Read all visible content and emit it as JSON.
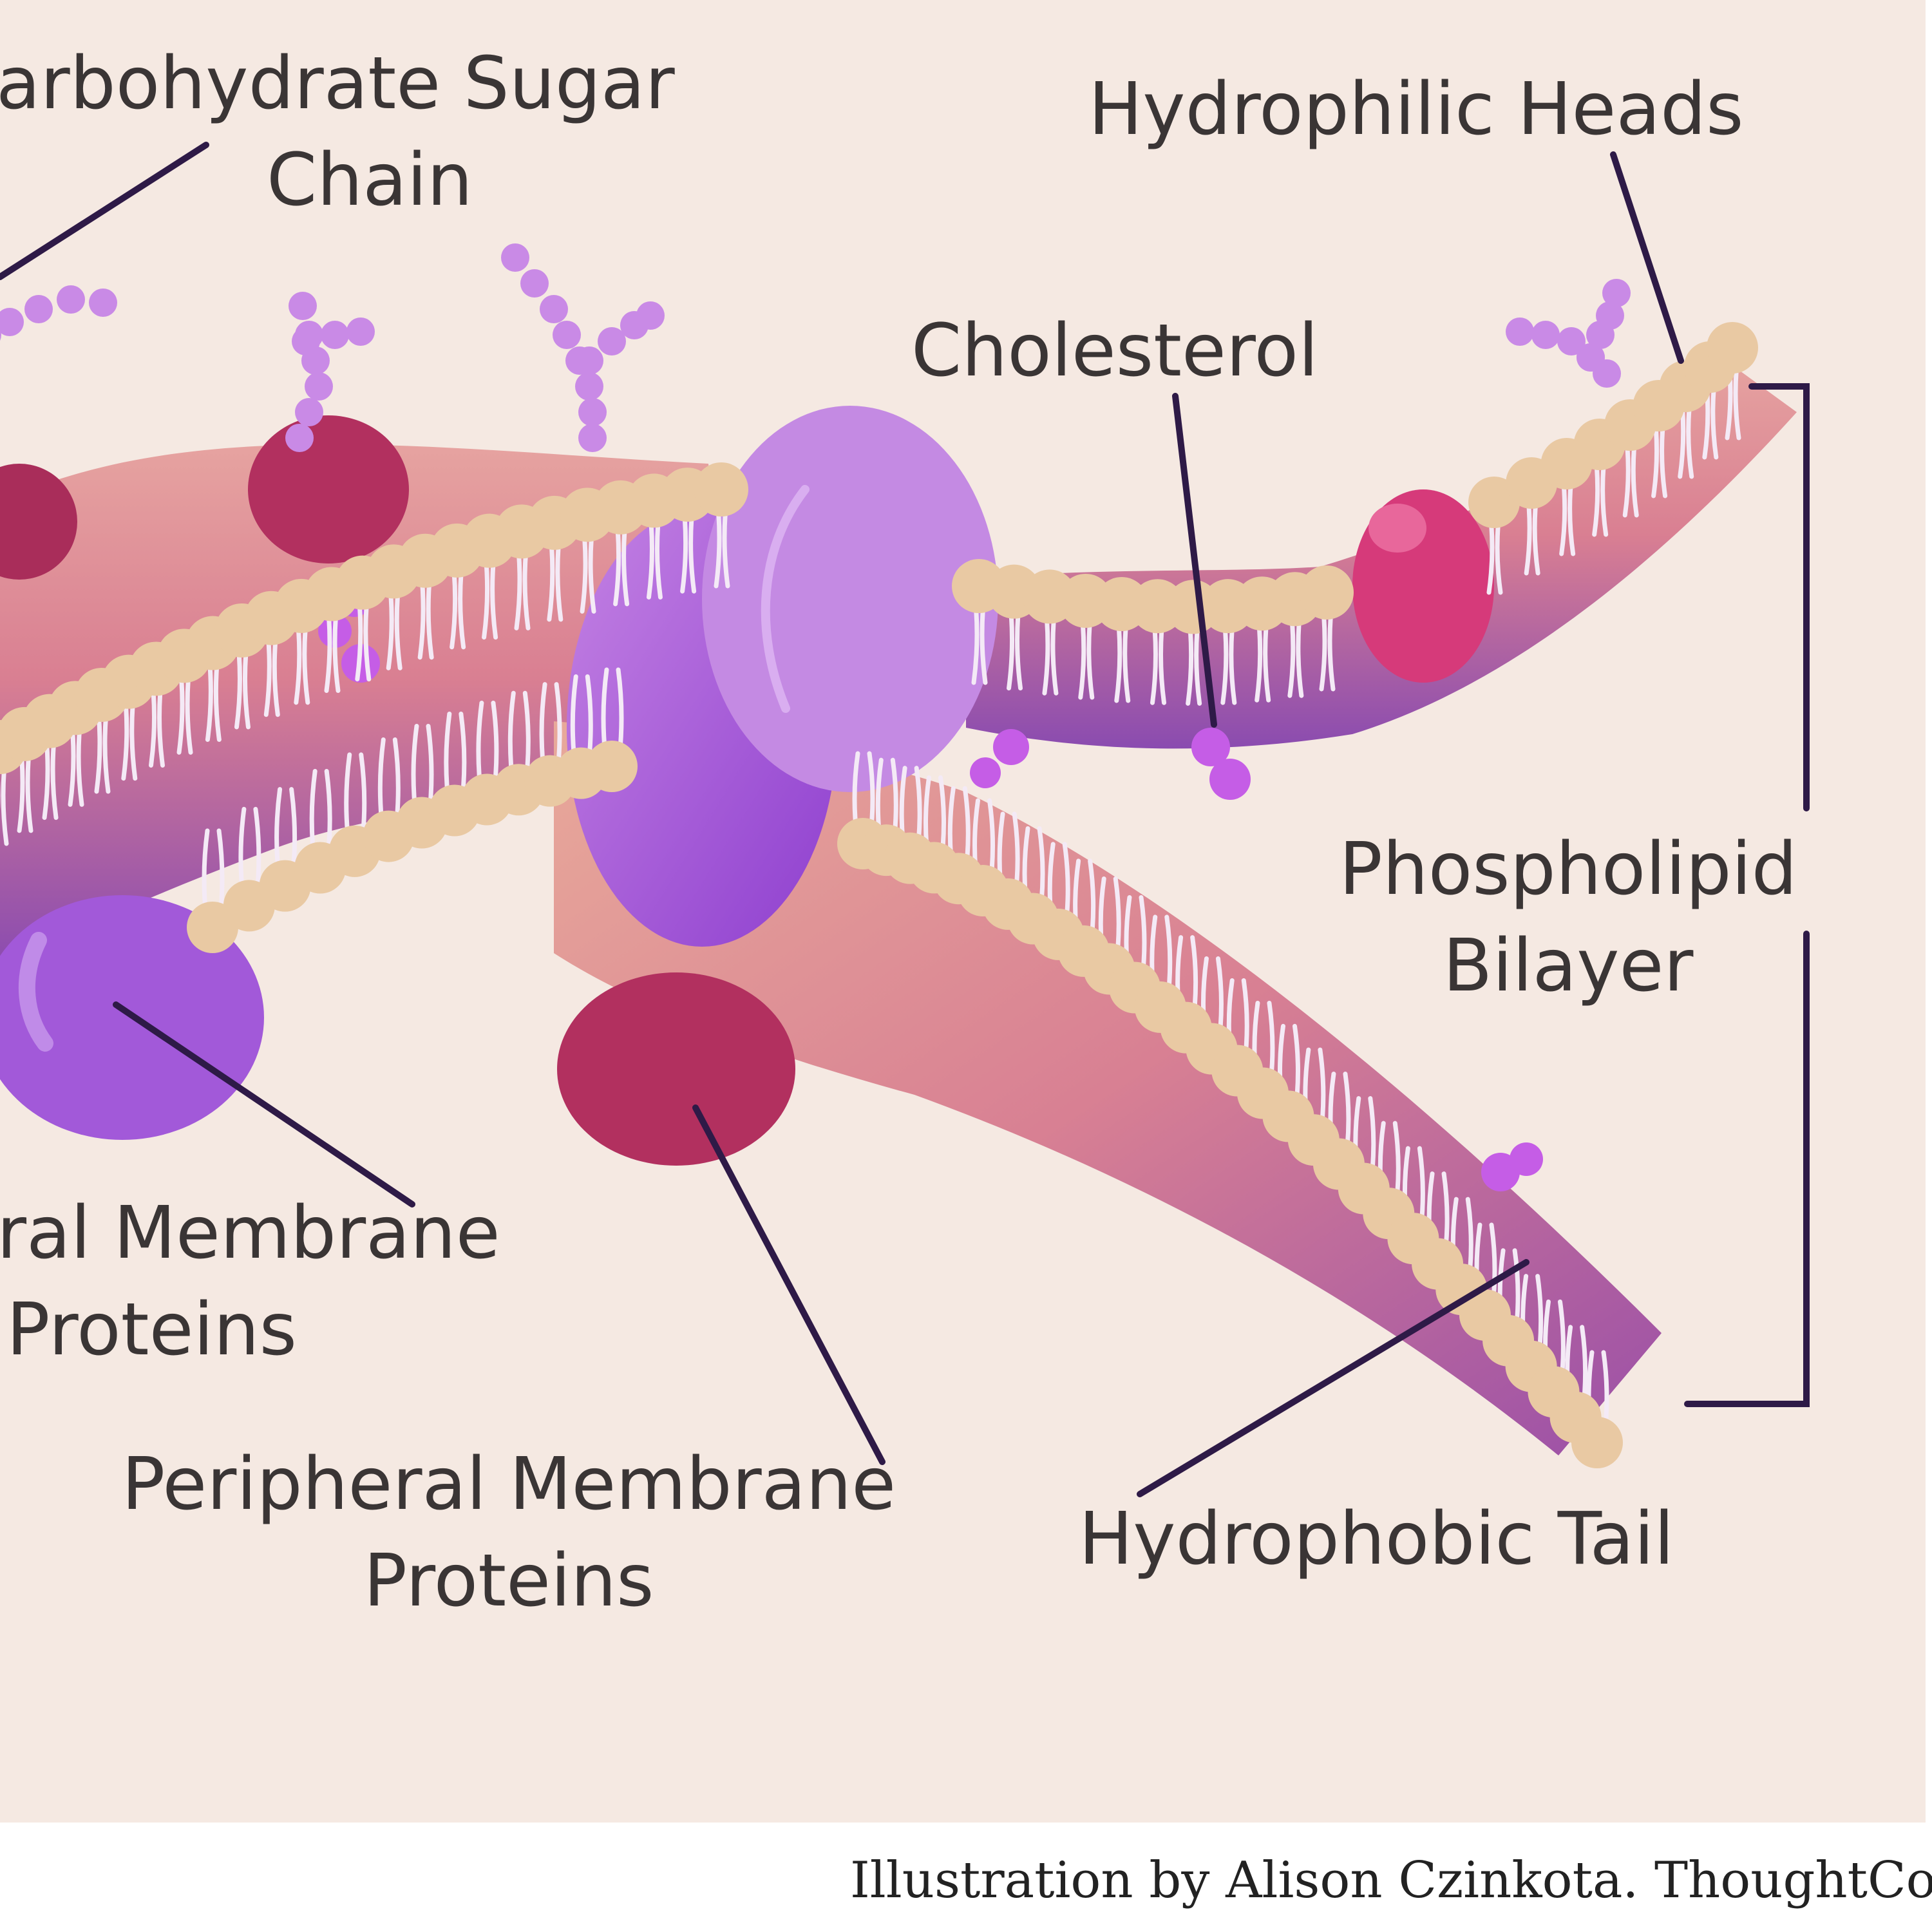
{
  "colors": {
    "background": "#f5e9e2",
    "leader_line": "#2e1a47",
    "head": "#e9c9a3",
    "tail": "#f4eaf6",
    "membrane_pink": "#d97f92",
    "membrane_purple": "#8a4bb0",
    "integral_protein": "#a259d9",
    "peripheral_protein": "#b2305f",
    "pink_protein": "#d63a7a",
    "sugar": "#c98ae6",
    "cholesterol": "#c55de6"
  },
  "labels": {
    "carbohydrate": [
      "arbohydrate Sugar",
      "Chain"
    ],
    "hydrophilic": "Hydrophilic Heads",
    "cholesterol": "Cholesterol",
    "phospholipid": [
      "Phospholipid",
      "Bilayer"
    ],
    "integral": [
      "ral Membrane",
      "Proteins"
    ],
    "peripheral": [
      "Peripheral Membrane",
      "Proteins"
    ],
    "hydrophobic": "Hydrophobic Tail"
  },
  "credit": "Illustration by Alison Czinkota. ThoughtCo"
}
